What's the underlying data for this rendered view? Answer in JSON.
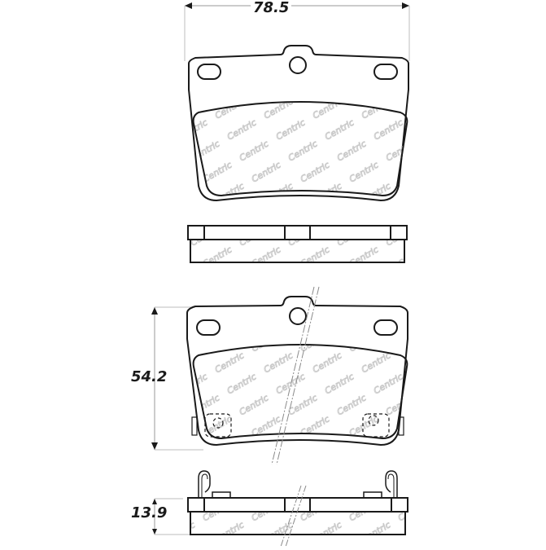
{
  "diagram": {
    "subject": "Brake pad technical drawing",
    "brand_watermark": "Centric",
    "views": [
      {
        "name": "backing-plate-view-top",
        "description": "Friction side view of brake pad"
      },
      {
        "name": "edge-view-top",
        "description": "Side/edge profile view"
      },
      {
        "name": "backing-plate-view-bottom",
        "description": "Friction side view with wear sensor clip outlines"
      },
      {
        "name": "edge-view-bottom",
        "description": "Edge profile with shim clips"
      }
    ],
    "dimensions": {
      "width": {
        "value": "78.5",
        "axis": "horizontal"
      },
      "height": {
        "value": "54.2",
        "axis": "vertical"
      },
      "thickness": {
        "value": "13.9",
        "axis": "vertical"
      }
    }
  },
  "colors": {
    "line": "#1a1a1a",
    "dim_line": "#9a9a9a",
    "watermark": "#c8c8c8",
    "background": "#ffffff"
  }
}
